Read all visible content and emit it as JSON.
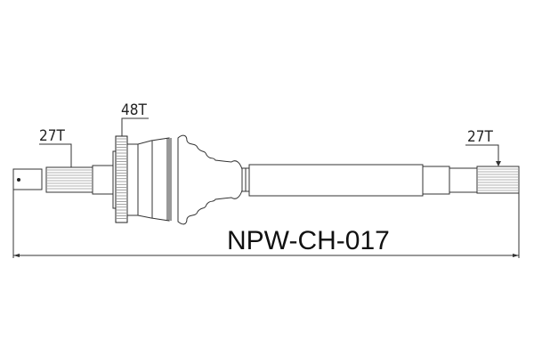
{
  "drawing": {
    "part_number": "NPW-CH-017",
    "labels": {
      "left_spline_teeth": "27T",
      "abs_ring_teeth": "48T",
      "right_spline_teeth": "27T"
    }
  }
}
